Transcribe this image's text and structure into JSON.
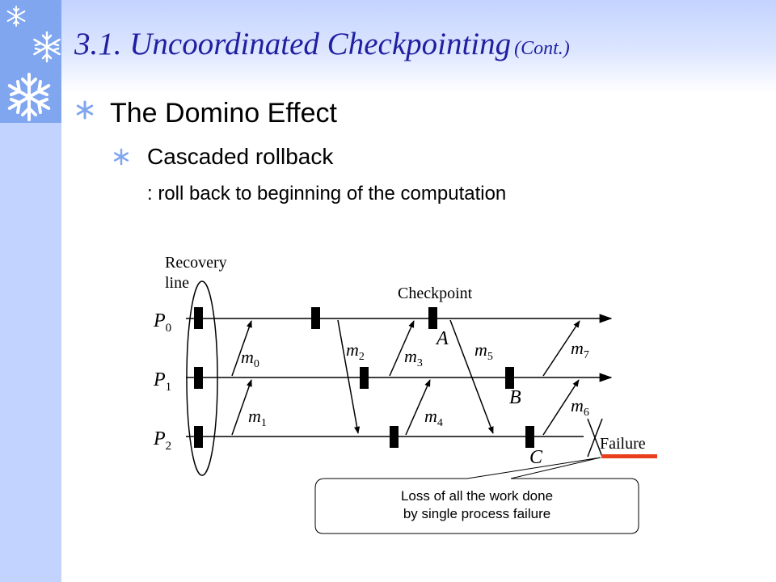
{
  "slide": {
    "title": "3.1. Uncoordinated Checkpointing",
    "title_suffix": "(Cont.)",
    "bullet1": "The Domino Effect",
    "bullet2": "Cascaded rollback",
    "bullet2_sub": ": roll back to beginning of the computation"
  },
  "diagram": {
    "recovery_label_line1": "Recovery",
    "recovery_label_line2": "line",
    "checkpoint_label": "Checkpoint",
    "failure_label": "Failure",
    "processes": [
      {
        "letter": "P",
        "index": "0"
      },
      {
        "letter": "P",
        "index": "1"
      },
      {
        "letter": "P",
        "index": "2"
      }
    ],
    "points": [
      "A",
      "B",
      "C"
    ],
    "messages": [
      {
        "letter": "m",
        "index": "0"
      },
      {
        "letter": "m",
        "index": "1"
      },
      {
        "letter": "m",
        "index": "2"
      },
      {
        "letter": "m",
        "index": "3"
      },
      {
        "letter": "m",
        "index": "4"
      },
      {
        "letter": "m",
        "index": "5"
      },
      {
        "letter": "m",
        "index": "6"
      },
      {
        "letter": "m",
        "index": "7"
      }
    ]
  },
  "callout": {
    "line1": "Loss of all the work done",
    "line2": "by single process failure"
  },
  "colors": {
    "title": "#1f1fa0",
    "sidebar": "#c3d3ff",
    "sidebar_top": "#7fa6ef",
    "failure_marker": "#e8401c"
  }
}
